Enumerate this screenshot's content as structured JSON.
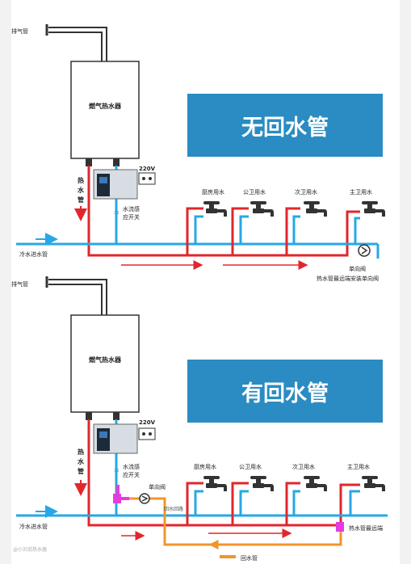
{
  "colors": {
    "hot": "#e1262d",
    "cold": "#27a7e6",
    "return": "#f0952b",
    "banner": "#2a8cc2",
    "valve": "#e43ce0"
  },
  "diagram_top": {
    "exhaust_label": "排气管",
    "heater_label": "燃气热水器",
    "banner_title": "无回水管",
    "voltage_label": "220V",
    "hot_pipe_label": [
      "热",
      "水",
      "管"
    ],
    "flow_switch_label": [
      "水流感",
      "应开关"
    ],
    "cold_inlet_label": "冷水进水管",
    "check_valve_label": "单向阀",
    "note": "热水管最远端安装单向阀",
    "fixtures": [
      "厨房用水",
      "公卫用水",
      "次卫用水",
      "主卫用水"
    ]
  },
  "diagram_bottom": {
    "exhaust_label": "排气管",
    "heater_label": "燃气热水器",
    "banner_title": "有回水管",
    "voltage_label": "220V",
    "hot_pipe_label": [
      "热",
      "水",
      "管"
    ],
    "flow_switch_label": [
      "水流感",
      "应开关"
    ],
    "cold_inlet_label": "冷水进水管",
    "check_valve_label": "单向阀",
    "return_label_small": "回水回路",
    "far_end_label": "热水管最远端",
    "return_pipe_label": "回水管",
    "fixtures": [
      "厨房用水",
      "公卫用水",
      "次卫用水",
      "主卫用水"
    ]
  },
  "watermark": "@小刘说热水器"
}
